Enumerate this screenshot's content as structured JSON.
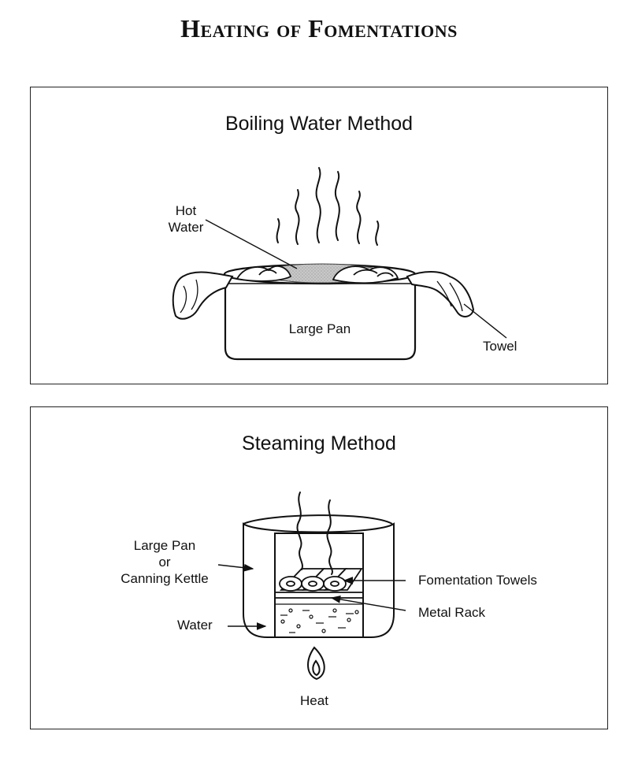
{
  "title": "Heating of Fomentations",
  "boiling": {
    "heading": "Boiling Water Method",
    "hot_water_line1": "Hot",
    "hot_water_line2": "Water",
    "large_pan": "Large Pan",
    "towel": "Towel"
  },
  "steaming": {
    "heading": "Steaming Method",
    "pan_line1": "Large Pan",
    "pan_line2": "or",
    "pan_line3": "Canning Kettle",
    "water": "Water",
    "fomentation_towels": "Fomentation Towels",
    "metal_rack": "Metal Rack",
    "heat": "Heat"
  }
}
